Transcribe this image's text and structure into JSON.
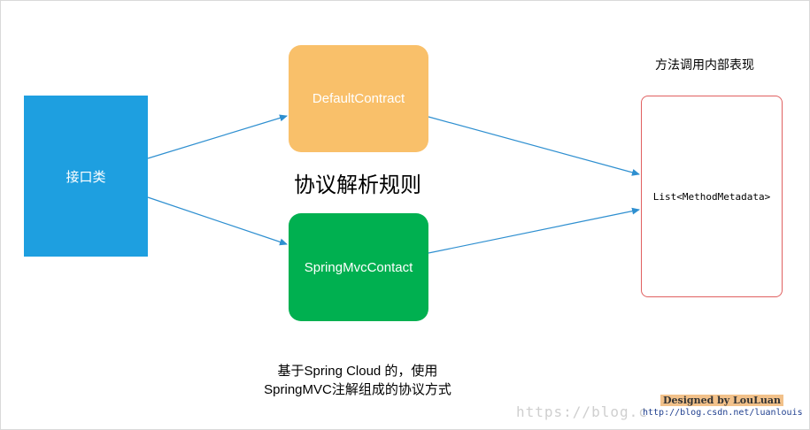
{
  "nodes": {
    "interface": "接口类",
    "default_contract": "DefaultContract",
    "springmvc_contact": "SpringMvcContact",
    "result": "List<MethodMetadata>"
  },
  "labels": {
    "rules_title": "协议解析规则",
    "method_caption": "方法调用内部表现",
    "bottom_note_line1": "基于Spring Cloud 的，使用",
    "bottom_note_line2": "SpringMVC注解组成的协议方式"
  },
  "watermark": {
    "url_text": "https://blog.c",
    "designed_by": "Designed by LouLuan",
    "blog_url": "http://blog.csdn.net/luanlouis"
  },
  "colors": {
    "interface": "#1e9fe0",
    "default_contract": "#f9c06a",
    "springmvc_contact": "#00b050",
    "result_border": "#e06060",
    "arrow": "#2e8fd0"
  }
}
